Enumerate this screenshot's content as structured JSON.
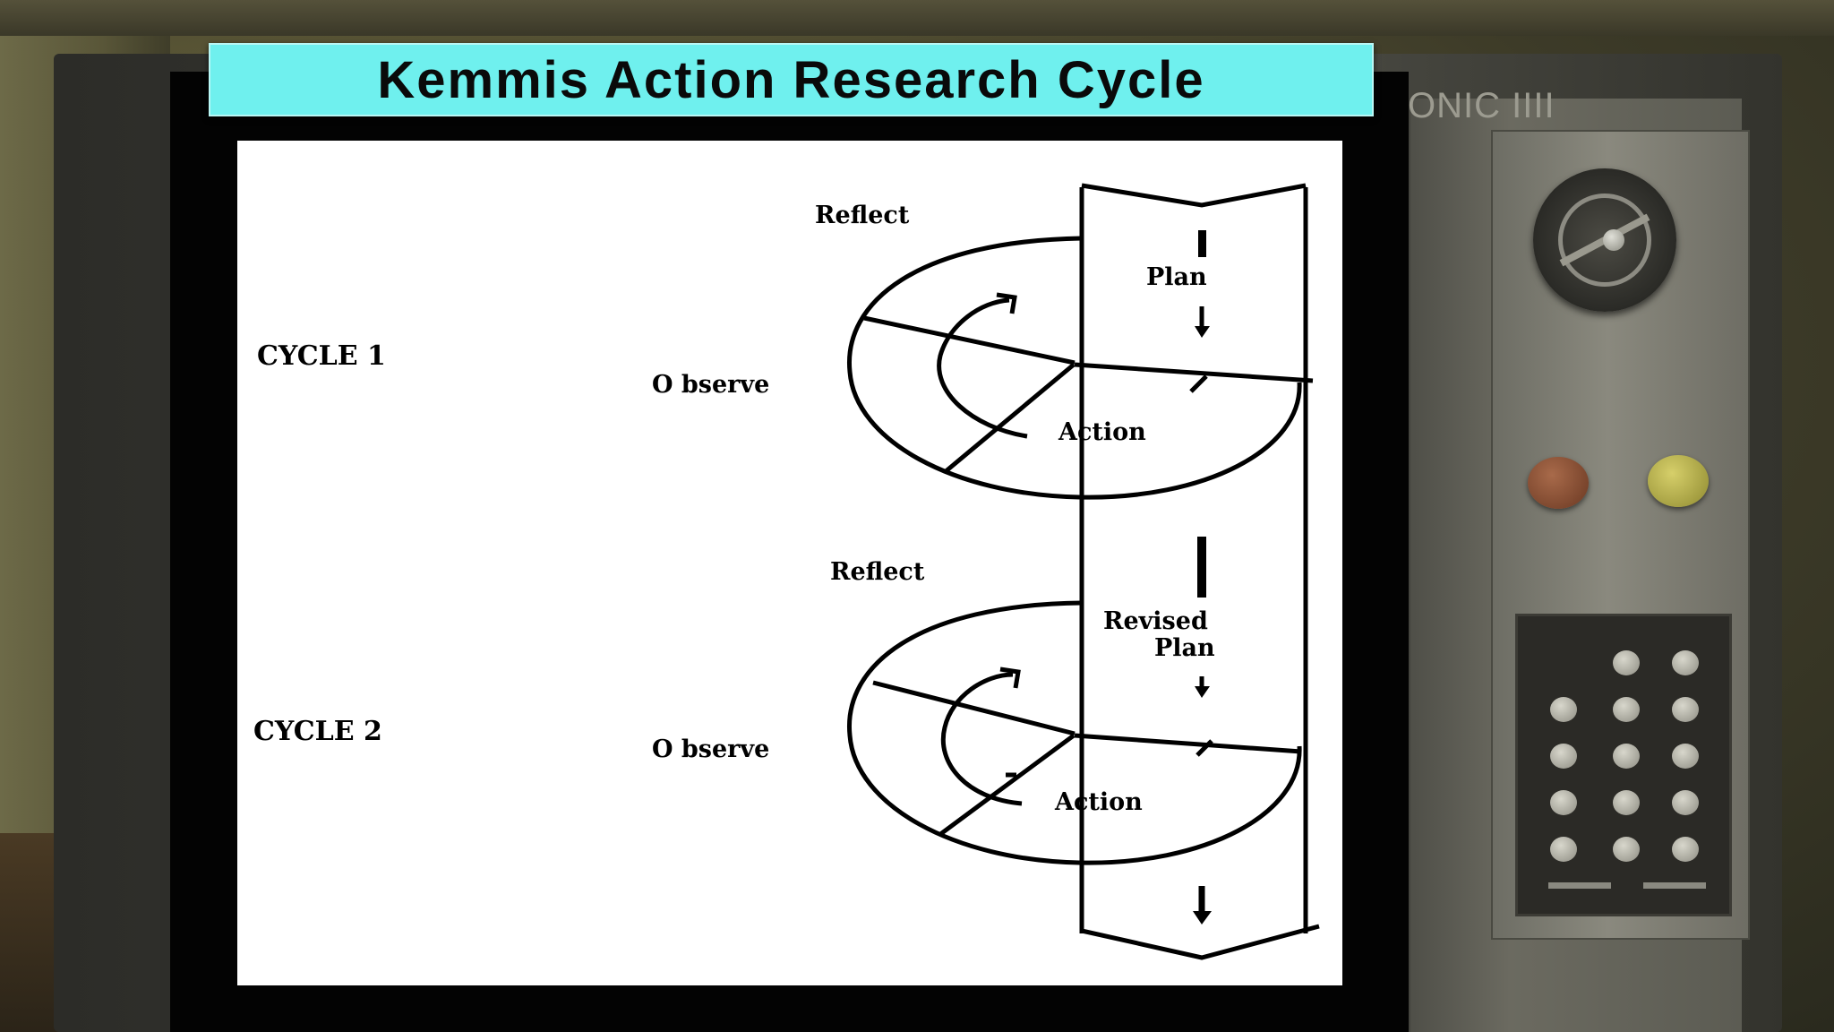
{
  "slide": {
    "title": "Kemmis Action Research Cycle"
  },
  "diagram": {
    "cycles": [
      {
        "label": "CYCLE 1",
        "reflect": "Reflect",
        "plan": "Plan",
        "observe": "O bserve",
        "action": "Action"
      },
      {
        "label": "CYCLE 2",
        "reflect": "Reflect",
        "plan_line1": "Revised",
        "plan_line2": "Plan",
        "observe": "O bserve",
        "action": "Action"
      }
    ]
  },
  "device": {
    "brand_fragment": "ONIC IIII"
  },
  "colors": {
    "title_bar": "#6ff0ee",
    "slide_background": "#ffffff",
    "diagram_ink": "#000000"
  }
}
